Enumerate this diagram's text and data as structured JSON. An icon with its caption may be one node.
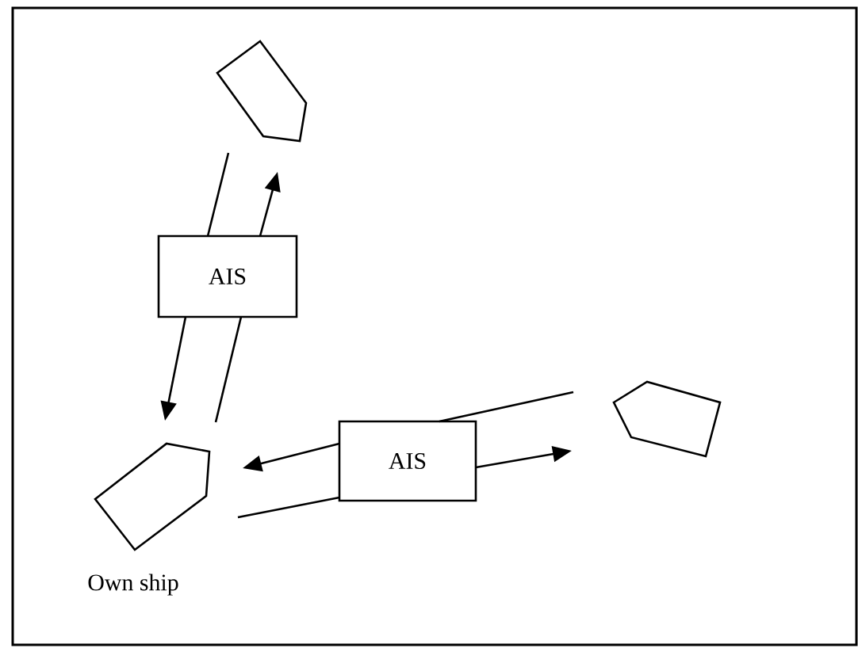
{
  "diagram": {
    "nodes": [
      {
        "text": [],
        "shape": "pentagon",
        "beside": [
          "Own ship"
        ]
      },
      {
        "text": [],
        "shape": "pentagon"
      },
      {
        "text": [],
        "shape": "pentagon"
      },
      {
        "text": [
          "AIS"
        ]
      },
      {
        "text": [
          "AIS"
        ]
      }
    ],
    "edges": [
      {
        "from": 1,
        "to": 3,
        "arrow": "none"
      },
      {
        "from": 3,
        "to": 0,
        "arrow": "to"
      },
      {
        "from": 0,
        "to": 3,
        "arrow": "none"
      },
      {
        "from": 3,
        "to": 1,
        "arrow": "to"
      },
      {
        "from": 2,
        "to": 4,
        "arrow": "none"
      },
      {
        "from": 4,
        "to": 0,
        "arrow": "to"
      },
      {
        "from": 0,
        "to": 4,
        "arrow": "none"
      },
      {
        "from": 4,
        "to": 2,
        "arrow": "to"
      }
    ]
  }
}
